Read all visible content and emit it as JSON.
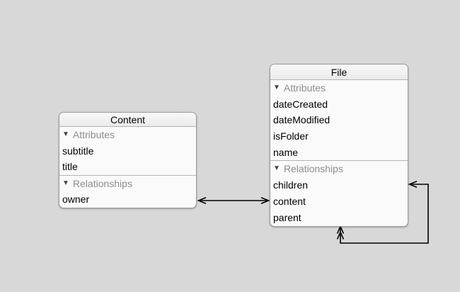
{
  "colors": {
    "canvas_background": "#d8d8d8",
    "arrow": "#000000",
    "entity_background": "#fafafa",
    "entity_border": "#9b9b9b",
    "entity_title_background": "#ebebeb",
    "section_header_text": "#8d8d8d",
    "item_text": "#000000"
  },
  "icons": {
    "disclosure": "▼"
  },
  "entities": [
    {
      "title": "Content",
      "sections": [
        {
          "header": "Attributes",
          "items": [
            "subtitle",
            "title"
          ]
        },
        {
          "header": "Relationships",
          "items": [
            "owner"
          ]
        }
      ]
    },
    {
      "title": "File",
      "sections": [
        {
          "header": "Attributes",
          "items": [
            "dateCreated",
            "dateModified",
            "isFolder",
            "name"
          ]
        },
        {
          "header": "Relationships",
          "items": [
            "children",
            "content",
            "parent"
          ]
        }
      ]
    }
  ],
  "connections": [
    {
      "name": "Content.owner — File.content",
      "arrowheads": "single at both ends"
    },
    {
      "name": "File.children — File.parent (self)",
      "arrowheads": "single at children row, double at bottom edge"
    }
  ]
}
